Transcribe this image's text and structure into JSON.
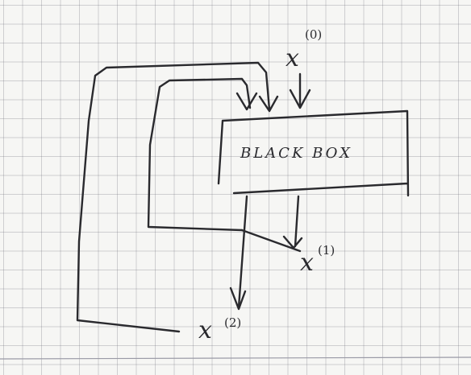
{
  "diagram": {
    "box_label": "BLACK BOX",
    "input_label": {
      "var": "x",
      "superscript": "(0)"
    },
    "output_1_label": {
      "var": "x",
      "superscript": "(1)"
    },
    "output_2_label": {
      "var": "x",
      "superscript": "(2)"
    },
    "ink_color": "#2a2a2e",
    "paper_color": "#f6f6f4",
    "grid_color": "#8a8a96"
  }
}
